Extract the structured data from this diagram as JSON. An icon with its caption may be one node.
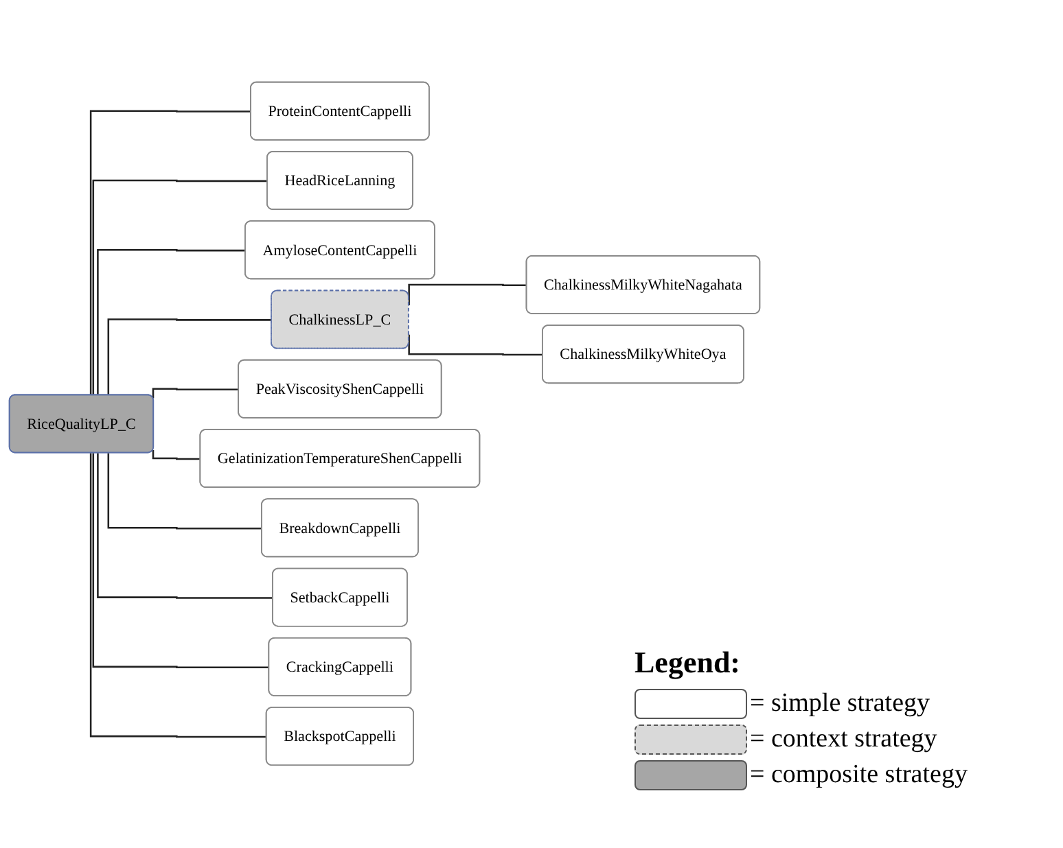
{
  "diagram": {
    "nodes": [
      {
        "text": [
          "RiceQualityLP_C"
        ]
      },
      {
        "text": [
          "ProteinContentCappelli"
        ]
      },
      {
        "text": [
          "HeadRiceLanning"
        ]
      },
      {
        "text": [
          "AmyloseContentCappelli"
        ]
      },
      {
        "text": [
          "ChalkinessLP_C"
        ]
      },
      {
        "text": [
          "ChalkinessMilkyWhiteNagahata"
        ]
      },
      {
        "text": [
          "ChalkinessMilkyWhiteOya"
        ]
      },
      {
        "text": [
          "PeakViscosityShenCappelli"
        ]
      },
      {
        "text": [
          "GelatinizationTemperatureShenCappelli"
        ]
      },
      {
        "text": [
          "BreakdownCappelli"
        ]
      },
      {
        "text": [
          "SetbackCappelli"
        ]
      },
      {
        "text": [
          "CrackingCappelli"
        ]
      },
      {
        "text": [
          "BlackspotCappelli"
        ]
      }
    ],
    "edges": [
      {
        "from": 0,
        "to": 1,
        "arrow": "none"
      },
      {
        "from": 0,
        "to": 2,
        "arrow": "none"
      },
      {
        "from": 0,
        "to": 3,
        "arrow": "none"
      },
      {
        "from": 0,
        "to": 4,
        "arrow": "none"
      },
      {
        "from": 4,
        "to": 5,
        "arrow": "none"
      },
      {
        "from": 4,
        "to": 6,
        "arrow": "none"
      },
      {
        "from": 0,
        "to": 7,
        "arrow": "none"
      },
      {
        "from": 0,
        "to": 8,
        "arrow": "none"
      },
      {
        "from": 0,
        "to": 9,
        "arrow": "none"
      },
      {
        "from": 0,
        "to": 10,
        "arrow": "none"
      },
      {
        "from": 0,
        "to": 11,
        "arrow": "none"
      },
      {
        "from": 0,
        "to": 12,
        "arrow": "none"
      }
    ],
    "labels": [
      "Legend:"
    ],
    "legend": [
      {
        "text": "= simple strategy",
        "color": "#ffffff"
      },
      {
        "text": "= context strategy",
        "color": "#d9d9d9"
      },
      {
        "text": "= composite strategy",
        "color": "#a6a6a6"
      }
    ]
  }
}
